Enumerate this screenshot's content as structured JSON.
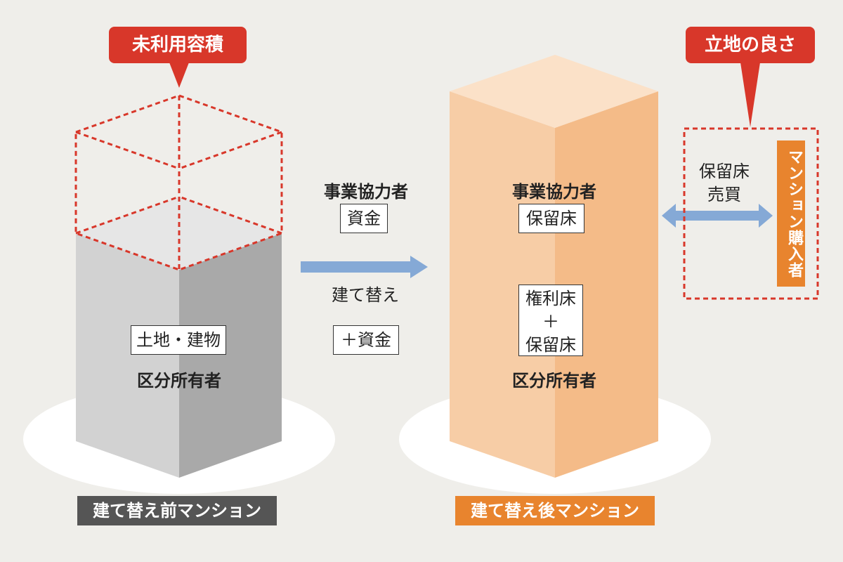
{
  "colors": {
    "background": "#efeeea",
    "accent_red": "#d8372a",
    "accent_orange": "#e8842e",
    "arrow_blue": "#85a9d6",
    "caption_gray": "#555555"
  },
  "callouts": {
    "unused_floor_area": "未利用容積",
    "location_advantage": "立地の良さ"
  },
  "before": {
    "land_building_box": "土地・建物",
    "owner_label": "区分所有者",
    "caption": "建て替え前マンション"
  },
  "middle": {
    "partner_label": "事業協力者",
    "funds_box": "資金",
    "rebuild_label": "建て替え",
    "plus_funds_box": "＋資金"
  },
  "after": {
    "partner_label": "事業協力者",
    "reserved_floor_box": "保留床",
    "rights_box": {
      "line1": "権利床",
      "line2": "＋",
      "line3": "保留床"
    },
    "owner_label": "区分所有者",
    "caption": "建て替え後マンション"
  },
  "right": {
    "trade_line1": "保留床",
    "trade_line2": "売買",
    "buyer_label": "マンション購入者"
  }
}
